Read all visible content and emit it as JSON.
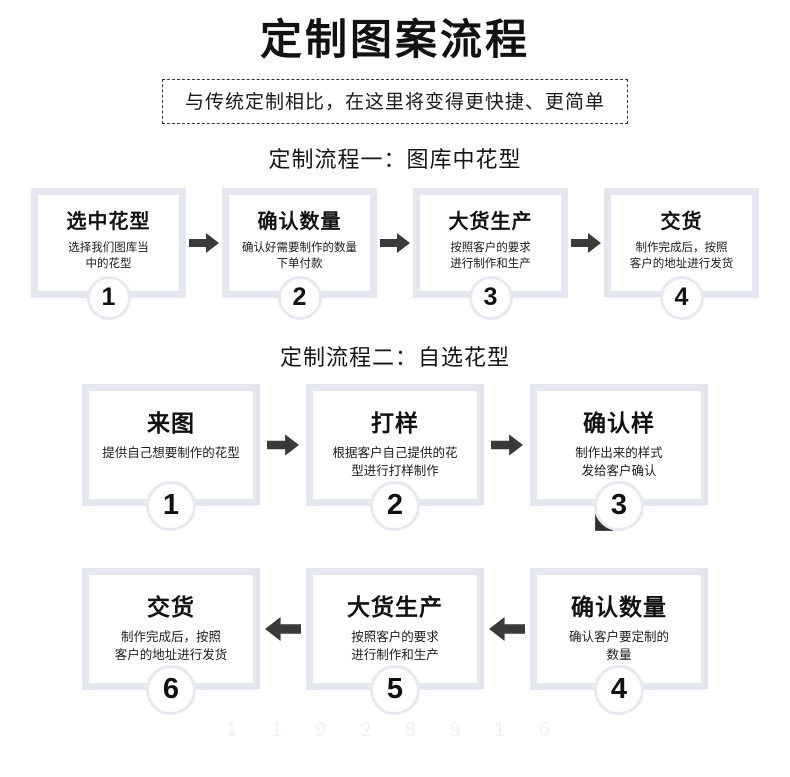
{
  "header": {
    "title": "定制图案流程",
    "subtitle": "与传统定制相比，在这里将变得更快捷、更简单"
  },
  "section1": {
    "heading": "定制流程一：图库中花型",
    "arrow_direction": "right",
    "steps": [
      {
        "number": "1",
        "title": "选中花型",
        "desc_line1": "选择我们图库当",
        "desc_line2": "中的花型"
      },
      {
        "number": "2",
        "title": "确认数量",
        "desc_line1": "确认好需要制作的数量",
        "desc_line2": "下单付款"
      },
      {
        "number": "3",
        "title": "大货生产",
        "desc_line1": "按照客户的要求",
        "desc_line2": "进行制作和生产"
      },
      {
        "number": "4",
        "title": "交货",
        "desc_line1": "制作完成后，按照",
        "desc_line2": "客户的地址进行发货"
      }
    ]
  },
  "section2": {
    "heading": "定制流程二：自选花型",
    "row1_arrow_direction": "right",
    "row2_arrow_direction": "left",
    "connector_direction": "down-left",
    "row1": [
      {
        "number": "1",
        "title": "来图",
        "desc_line1": "提供自己想要制作的花型",
        "desc_line2": ""
      },
      {
        "number": "2",
        "title": "打样",
        "desc_line1": "根据客户自己提供的花",
        "desc_line2": "型进行打样制作"
      },
      {
        "number": "3",
        "title": "确认样",
        "desc_line1": "制作出来的样式",
        "desc_line2": "发给客户确认"
      }
    ],
    "row2": [
      {
        "number": "6",
        "title": "交货",
        "desc_line1": "制作完成后，按照",
        "desc_line2": "客户的地址进行发货"
      },
      {
        "number": "5",
        "title": "大货生产",
        "desc_line1": "按照客户的要求",
        "desc_line2": "进行制作和生产"
      },
      {
        "number": "4",
        "title": "确认数量",
        "desc_line1": "确认客户要定制的",
        "desc_line2": "数量"
      }
    ]
  },
  "watermark": {
    "text": "1 1 9 2 8 9 1 6"
  },
  "colors": {
    "card_border": "#e4e7f0",
    "arrow": "#3a3a3a",
    "text": "#111111",
    "watermark": "#f1f2f7"
  }
}
